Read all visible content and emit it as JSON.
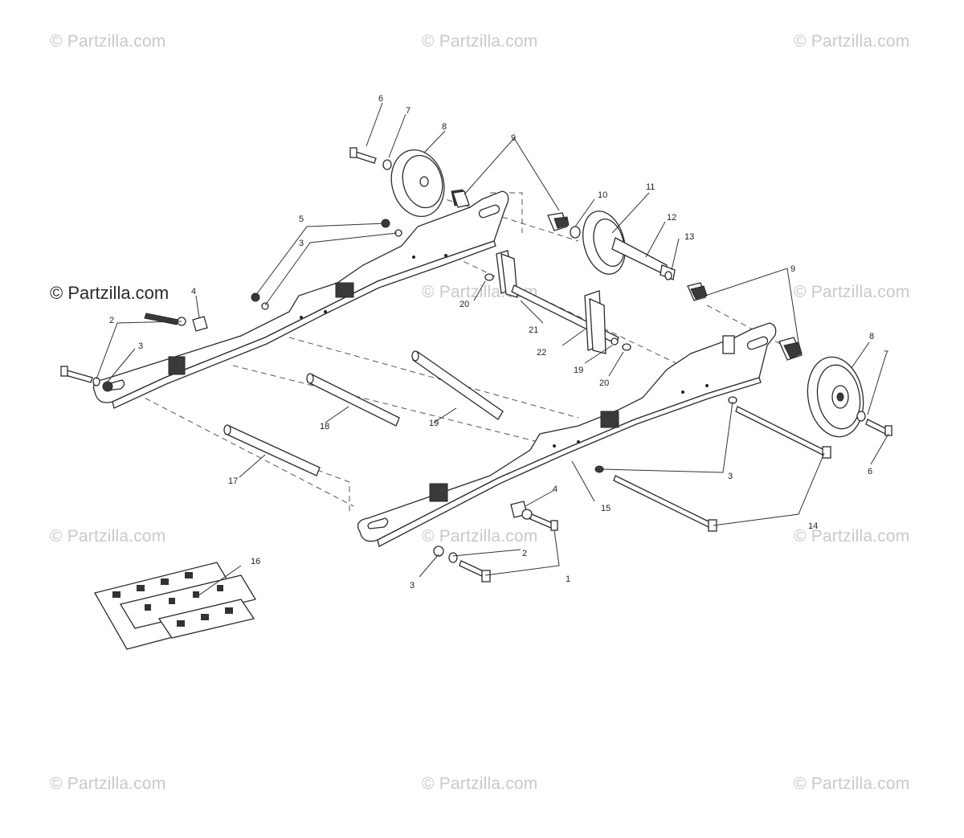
{
  "watermarks": {
    "light_text": "© Partzilla.com",
    "dark_text": "© Partzilla.com"
  },
  "callouts": [
    {
      "id": "c6a",
      "label": "6"
    },
    {
      "id": "c7a",
      "label": "7"
    },
    {
      "id": "c8a",
      "label": "8"
    },
    {
      "id": "c9a",
      "label": "9"
    },
    {
      "id": "c10",
      "label": "10"
    },
    {
      "id": "c11",
      "label": "11"
    },
    {
      "id": "c12",
      "label": "12"
    },
    {
      "id": "c13",
      "label": "13"
    },
    {
      "id": "c5",
      "label": "5"
    },
    {
      "id": "c3a",
      "label": "3"
    },
    {
      "id": "c4a",
      "label": "4"
    },
    {
      "id": "c2a",
      "label": "2"
    },
    {
      "id": "c3b",
      "label": "3"
    },
    {
      "id": "c20a",
      "label": "20"
    },
    {
      "id": "c21",
      "label": "21"
    },
    {
      "id": "c22",
      "label": "22"
    },
    {
      "id": "c19a",
      "label": "19"
    },
    {
      "id": "c20b",
      "label": "20"
    },
    {
      "id": "c9b",
      "label": "9"
    },
    {
      "id": "c8b",
      "label": "8"
    },
    {
      "id": "c7b",
      "label": "7"
    },
    {
      "id": "c6b",
      "label": "6"
    },
    {
      "id": "c18",
      "label": "18"
    },
    {
      "id": "c19b",
      "label": "19"
    },
    {
      "id": "c17",
      "label": "17"
    },
    {
      "id": "c3c",
      "label": "3"
    },
    {
      "id": "c15",
      "label": "15"
    },
    {
      "id": "c4b",
      "label": "4"
    },
    {
      "id": "c14",
      "label": "14"
    },
    {
      "id": "c2b",
      "label": "2"
    },
    {
      "id": "c3d",
      "label": "3"
    },
    {
      "id": "c1",
      "label": "1"
    },
    {
      "id": "c16",
      "label": "16"
    }
  ]
}
